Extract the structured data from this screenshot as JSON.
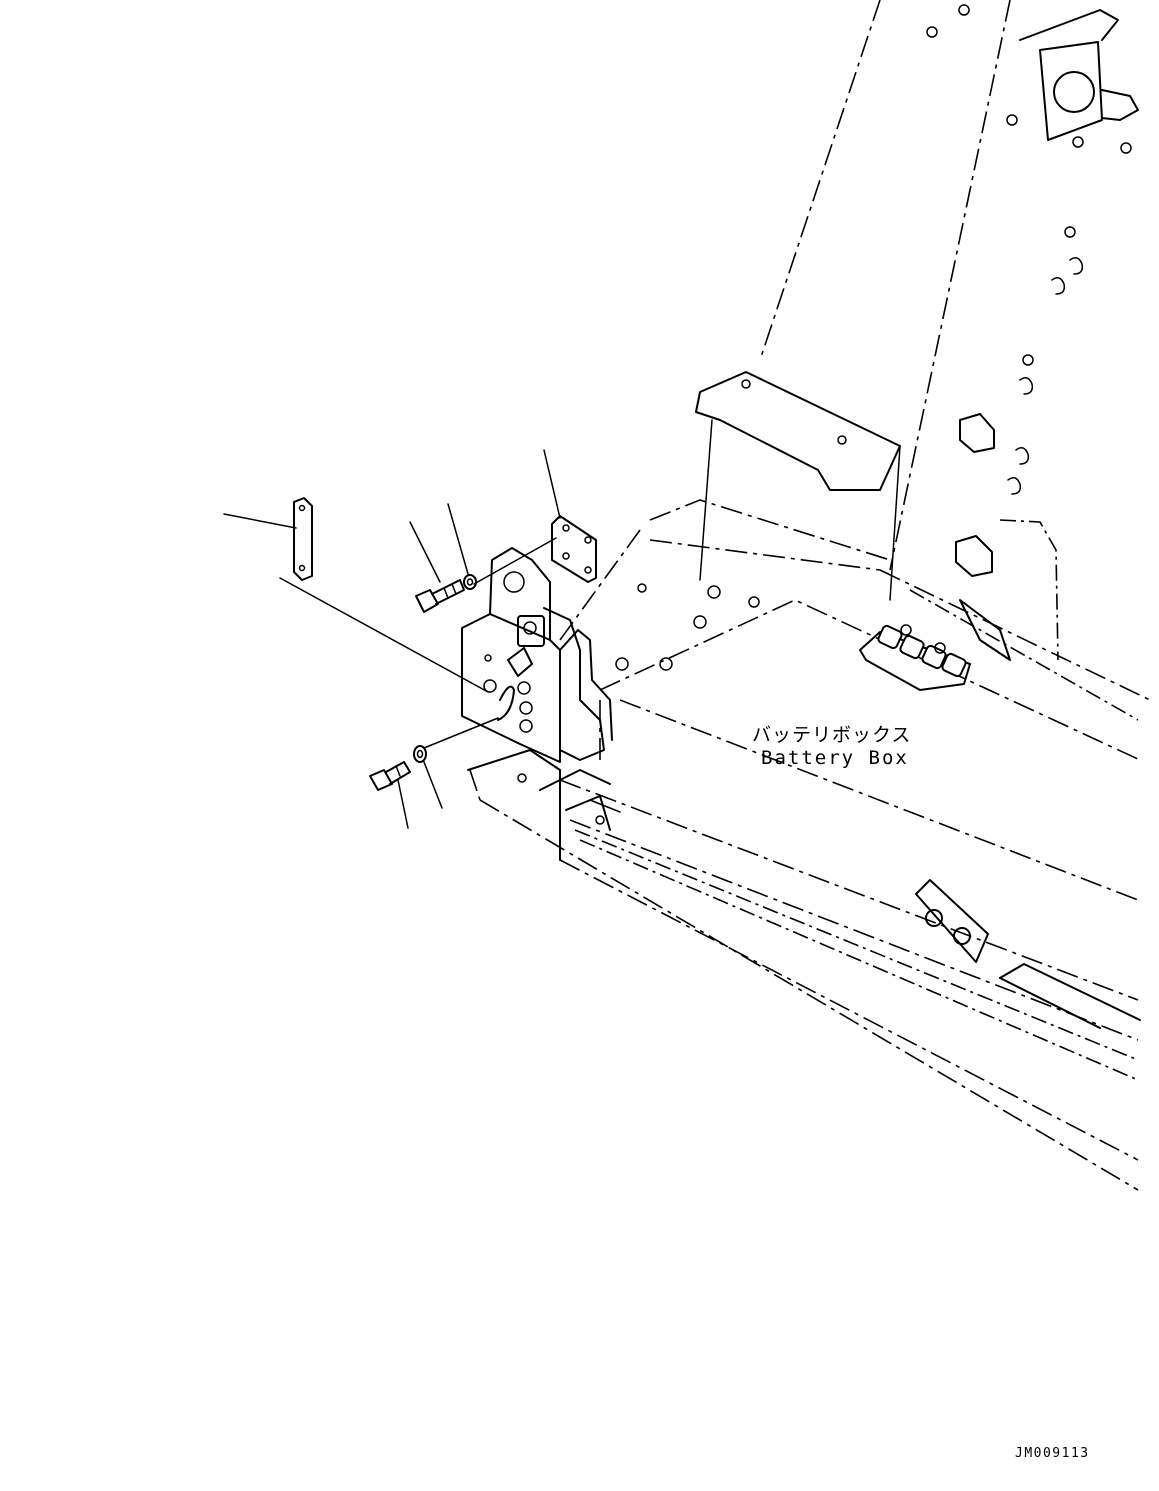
{
  "labels": {
    "battery_box_jp": "バッテリボックス",
    "battery_box_en": "Battery Box"
  },
  "drawing_id": "JM009113",
  "colors": {
    "line": "#000000",
    "background": "#ffffff"
  }
}
